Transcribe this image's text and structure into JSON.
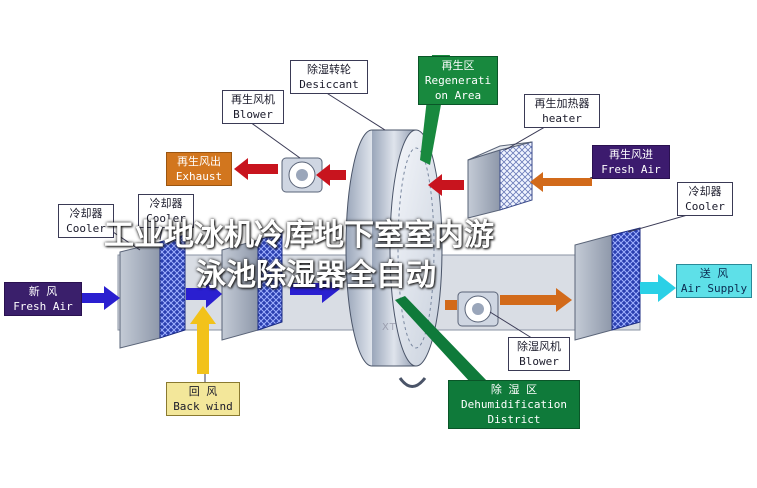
{
  "labels": {
    "desiccant": {
      "zh": "除湿转轮",
      "en": "Desiccant"
    },
    "regeneration_area": {
      "zh": "再生区",
      "en": "Regenerati",
      "en2": "on Area"
    },
    "regen_blower": {
      "zh": "再生风机",
      "en": "Blower"
    },
    "regen_heater": {
      "zh": "再生加热器",
      "en": "heater"
    },
    "exhaust": {
      "zh": "再生风出",
      "en": "Exhaust"
    },
    "regen_fresh_air": {
      "zh": "再生风进",
      "en": "Fresh Air"
    },
    "cooler_left": {
      "zh": "冷却器",
      "en": "Cooler"
    },
    "cooler_mid": {
      "zh": "冷却器",
      "en": "Cooler"
    },
    "cooler_right": {
      "zh": "冷却器",
      "en": "Cooler"
    },
    "fresh_air": {
      "zh": "新    风",
      "en": "Fresh Air"
    },
    "air_supply": {
      "zh": "送  风",
      "en": "Air Supply"
    },
    "back_wind": {
      "zh": "回    风",
      "en": "Back wind"
    },
    "dehum_blower": {
      "zh": "除湿风机",
      "en": "Blower"
    },
    "dehum_district": {
      "zh": "除    湿    区",
      "en": "Dehumidification",
      "en2": "District"
    }
  },
  "overlay": {
    "line1": "工业地冰机冷库地下室室内游",
    "line2": "泳池除湿器全自动",
    "watermark": "XT"
  },
  "colors": {
    "arrow_red": "#c8141e",
    "arrow_blue": "#2a1fd0",
    "arrow_orange": "#d26a1a",
    "arrow_yellow": "#f2c21a",
    "arrow_cyan": "#2ad0e6",
    "callout_green": "#0f7a3a"
  }
}
